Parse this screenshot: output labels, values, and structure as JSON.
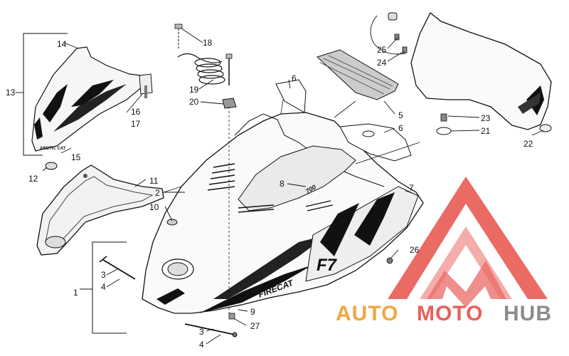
{
  "callouts": [
    {
      "id": "1",
      "label": "1"
    },
    {
      "id": "2",
      "label": "2"
    },
    {
      "id": "3a",
      "label": "3"
    },
    {
      "id": "3b",
      "label": "3"
    },
    {
      "id": "4a",
      "label": "4"
    },
    {
      "id": "4b",
      "label": "4"
    },
    {
      "id": "5",
      "label": "5"
    },
    {
      "id": "6a",
      "label": "6"
    },
    {
      "id": "6b",
      "label": "6"
    },
    {
      "id": "7",
      "label": "7"
    },
    {
      "id": "8",
      "label": "8"
    },
    {
      "id": "9",
      "label": "9"
    },
    {
      "id": "10",
      "label": "10"
    },
    {
      "id": "11",
      "label": "11"
    },
    {
      "id": "12",
      "label": "12"
    },
    {
      "id": "13",
      "label": "13"
    },
    {
      "id": "14",
      "label": "14"
    },
    {
      "id": "15",
      "label": "15"
    },
    {
      "id": "16",
      "label": "16"
    },
    {
      "id": "17",
      "label": "17"
    },
    {
      "id": "18",
      "label": "18"
    },
    {
      "id": "19",
      "label": "19"
    },
    {
      "id": "20",
      "label": "20"
    },
    {
      "id": "21",
      "label": "21"
    },
    {
      "id": "22",
      "label": "22"
    },
    {
      "id": "23",
      "label": "23"
    },
    {
      "id": "24",
      "label": "24"
    },
    {
      "id": "25",
      "label": "25"
    },
    {
      "id": "26",
      "label": "26"
    },
    {
      "id": "27",
      "label": "27"
    }
  ],
  "decals": {
    "arctic_cat": "ARCTIC CAT",
    "firecat": "FIRECAT",
    "f7": "F7",
    "engine_size": "700"
  },
  "watermark": {
    "brand_part1": "AUTO",
    "brand_part2": "MOTO",
    "brand_part3": "HUB",
    "colors": {
      "logo_red": "#e85a54",
      "auto_orange": "#f2a640",
      "moto_red": "#e8605a",
      "hub_gray": "#8c8c8c"
    }
  },
  "icons": [
    "bolt-icon",
    "nut-icon",
    "spring-harness-icon",
    "grommet-icon",
    "screw-icon",
    "triangle-logo-icon"
  ]
}
